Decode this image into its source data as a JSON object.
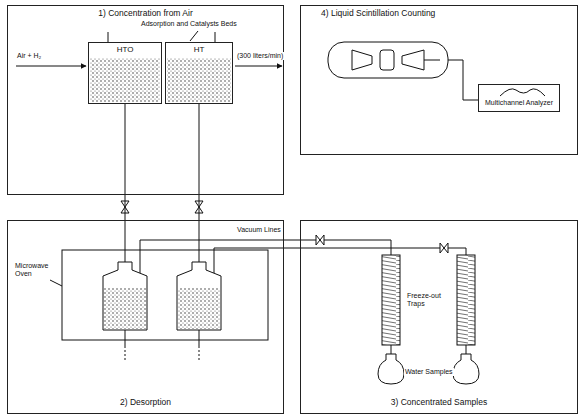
{
  "diagram": {
    "nodes": [
      {
        "text": [
          "1) Concentration from Air"
        ]
      },
      {
        "text": [
          "HTO"
        ],
        "in": 0
      },
      {
        "text": [
          "HT"
        ],
        "in": 0
      },
      {
        "text": [
          "4) Liquid Scintillation Counting"
        ]
      },
      {
        "text": [
          "Multichannel Analyzer"
        ],
        "in": 3
      },
      {
        "text": [
          "2) Desorption"
        ]
      },
      {
        "text": [
          "3) Concentrated Samples"
        ]
      }
    ],
    "edges": [
      {
        "from": 1,
        "to": 5,
        "arrow": "none"
      },
      {
        "from": 2,
        "to": 5,
        "arrow": "none"
      }
    ],
    "labels": [
      "Air + H₂",
      "Adsorption and Catalysts Beds",
      "(300 liters/min)",
      "Microwave Oven",
      "Vacuum Lines",
      "Freeze-out Traps",
      "Water Samples"
    ]
  }
}
